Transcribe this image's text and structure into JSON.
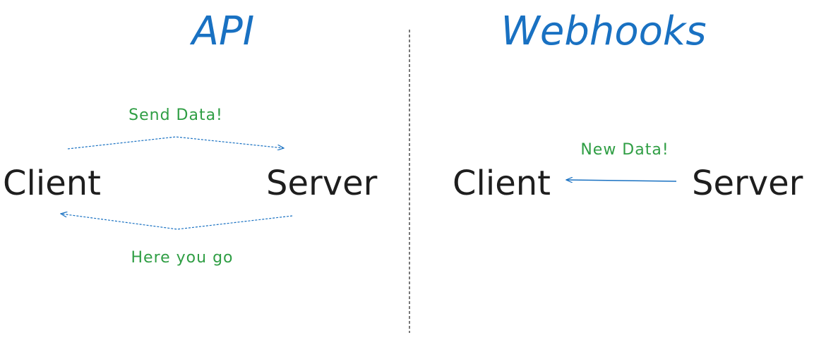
{
  "colors": {
    "title": "#1971c2",
    "node": "#1e1e1e",
    "edge_label": "#2f9e44",
    "arrow": "#1971c2",
    "divider": "#1e1e1e",
    "background": "#ffffff"
  },
  "api": {
    "title": "API",
    "client": "Client",
    "server": "Server",
    "request_label": "Send Data!",
    "response_label": "Here you go"
  },
  "webhooks": {
    "title": "Webhooks",
    "client": "Client",
    "server": "Server",
    "push_label": "New Data!"
  }
}
